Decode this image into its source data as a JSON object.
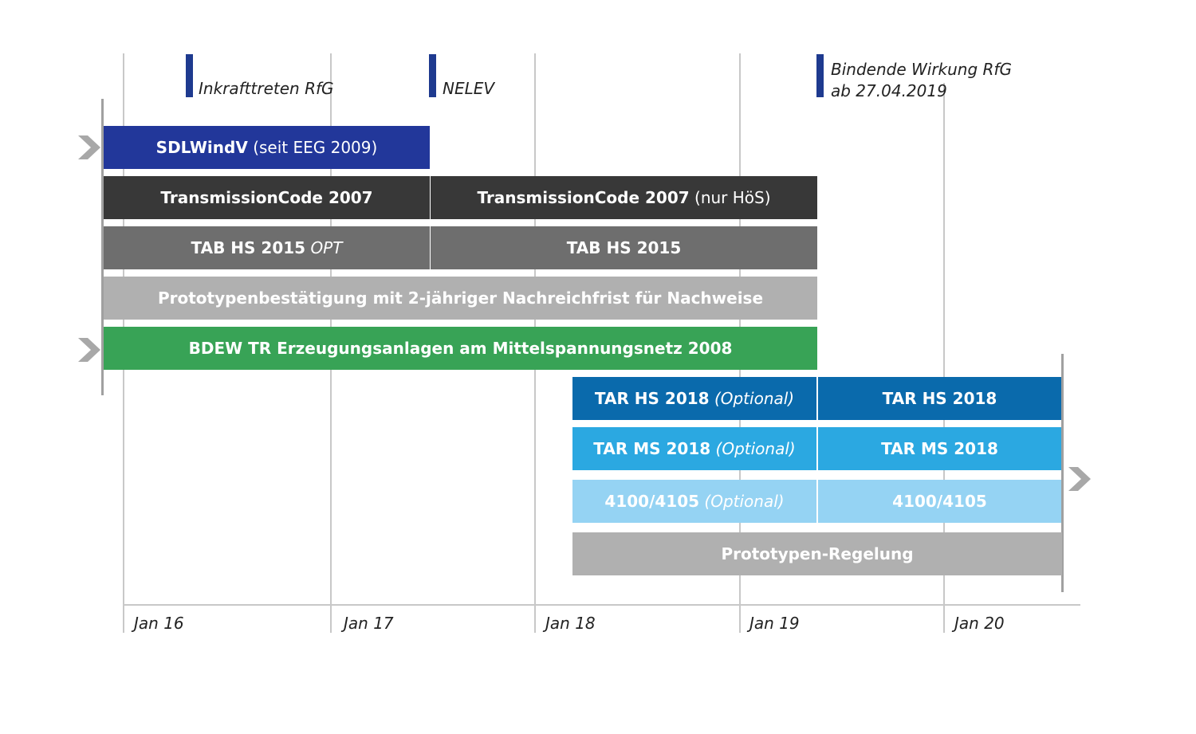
{
  "axis": {
    "ticks": [
      "Jan 16",
      "Jan 17",
      "Jan 18",
      "Jan 19",
      "Jan 20"
    ]
  },
  "milestones": [
    {
      "label": "Inkrafttreten RfG"
    },
    {
      "label": "NELEV"
    },
    {
      "label_line1": "Bindende Wirkung RfG",
      "label_line2": "ab 27.04.2019"
    }
  ],
  "bars": {
    "sdlwindv": {
      "bold": "SDLWindV",
      "normal": "(seit EEG 2009)",
      "color": "#22379a"
    },
    "tc_left": {
      "bold": "TransmissionCode 2007",
      "color": "#383838"
    },
    "tc_right": {
      "bold": "TransmissionCode 2007",
      "normal": "(nur HöS)",
      "color": "#383838"
    },
    "tab_left": {
      "bold": "TAB HS 2015",
      "italic": "OPT",
      "color": "#6e6e6e"
    },
    "tab_right": {
      "bold": "TAB HS 2015",
      "color": "#6e6e6e"
    },
    "proto_best": {
      "bold": "Prototypenbestätigung mit 2-jähriger Nachreichfrist für Nachweise",
      "color": "#b0b0b0"
    },
    "bdew": {
      "bold": "BDEW TR Erzeugungsanlagen am Mittelspannungsnetz 2008",
      "color": "#38a356"
    },
    "tar_hs_left": {
      "bold": "TAR HS 2018",
      "italic": "(Optional)",
      "color": "#0a6aac"
    },
    "tar_hs_right": {
      "bold": "TAR HS 2018",
      "color": "#0a6aac"
    },
    "tar_ms_left": {
      "bold": "TAR MS 2018",
      "italic": "(Optional)",
      "color": "#2ba8e1"
    },
    "tar_ms_right": {
      "bold": "TAR MS 2018",
      "color": "#2ba8e1"
    },
    "n4100_left": {
      "bold": "4100/4105",
      "italic": "(Optional)",
      "color": "#95d3f3"
    },
    "n4100_right": {
      "bold": "4100/4105",
      "color": "#95d3f3"
    },
    "proto_reg": {
      "bold": "Prototypen-Regelung",
      "color": "#b0b0b0"
    }
  }
}
